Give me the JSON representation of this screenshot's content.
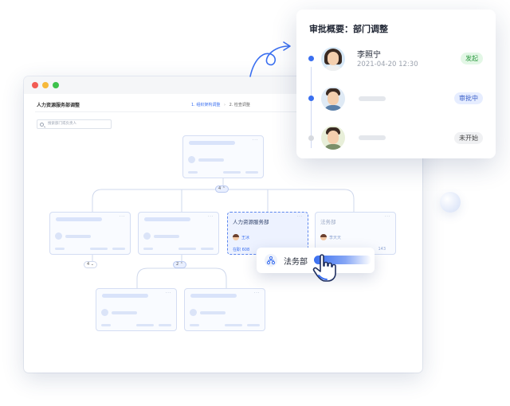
{
  "window": {
    "app_title": "人力资源服务部调整",
    "steps": [
      "1. 组织架构调整",
      "2. 检查调整"
    ],
    "search_placeholder": "搜索部门或负责人"
  },
  "tree": {
    "selected_card": {
      "label": "人力资源服务部",
      "person": "王冰",
      "count": "在职 608"
    },
    "faded_card": {
      "label": "法务部",
      "person": "李天天",
      "count": "143"
    },
    "pills": {
      "top": "4",
      "left": "4",
      "middle": "2"
    }
  },
  "approval_popup": {
    "title": "审批概要：部门调整",
    "steps": [
      {
        "name": "李照宁",
        "time": "2021-04-20 12:30",
        "status": "发起"
      },
      {
        "status": "审批中"
      },
      {
        "status": "未开始"
      }
    ]
  },
  "drag_chip": {
    "label": "法务部"
  },
  "colors": {
    "accent": "#3a6ff0",
    "status_green": "#2d9a41",
    "card_border": "#d4ddf3"
  },
  "icons": [
    "search-icon",
    "more-icon",
    "chevron-up-icon",
    "chevron-down-icon",
    "org-tree-icon",
    "hand-pointer-icon",
    "arrow-icon"
  ]
}
